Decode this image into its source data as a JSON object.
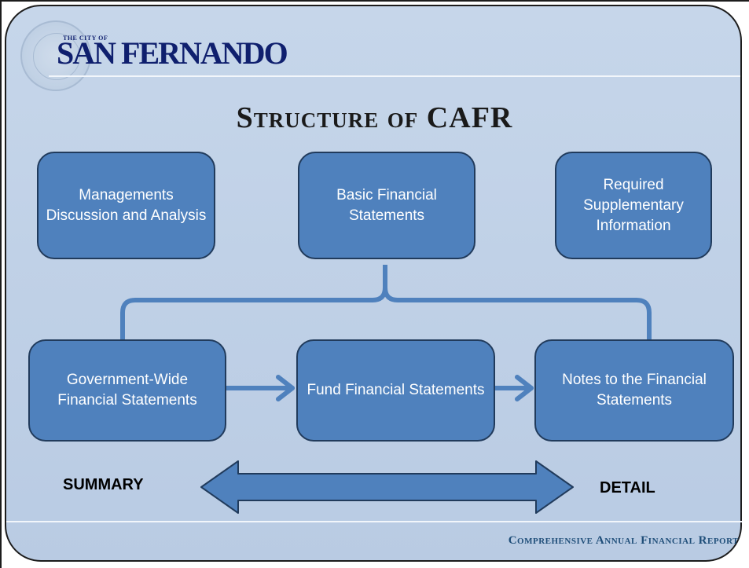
{
  "header": {
    "logo_small": "THE CITY OF",
    "logo": "SAN FERNANDO"
  },
  "title": "Structure of CAFR",
  "top_row": [
    {
      "label": "Managements Discussion and Analysis"
    },
    {
      "label": "Basic Financial Statements"
    },
    {
      "label": "Required Supplementary Information"
    }
  ],
  "bottom_row": [
    {
      "label": "Government-Wide Financial Statements"
    },
    {
      "label": "Fund Financial Statements"
    },
    {
      "label": "Notes to the Financial Statements"
    }
  ],
  "scale": {
    "left_label": "SUMMARY",
    "right_label": "DETAIL"
  },
  "footer": "Comprehensive Annual Financial Report",
  "colors": {
    "box_fill": "#4f81bd",
    "box_border": "#213b5c",
    "background": "#b9cbe3",
    "logo": "#0f1f6e",
    "footer_text": "#1f4e79"
  }
}
